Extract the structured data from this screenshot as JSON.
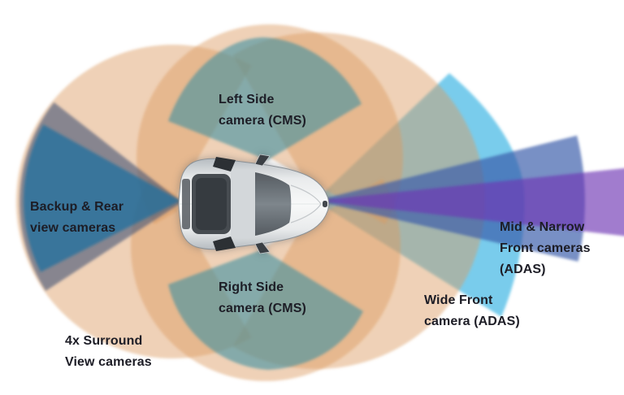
{
  "diagram": {
    "background_color": "#ffffff",
    "label_text_color": "#1d1d26",
    "vehicle": {
      "type": "car-top-view",
      "body_color": "#eef0f1",
      "glass_color": "#5a6066"
    },
    "zones": {
      "surround_view": {
        "label": "4x Surround\nView cameras",
        "color": "rgba(219,154,94,0.45)"
      },
      "left_side_cms": {
        "label": "Left Side\ncamera (CMS)",
        "color": "rgba(58,141,160,0.58)"
      },
      "right_side_cms": {
        "label": "Right Side\ncamera (CMS)",
        "color": "rgba(58,141,160,0.58)"
      },
      "backup_rear": {
        "label": "Backup & Rear\nview cameras",
        "backup_color": "rgba(23,111,160,0.72)",
        "rear_wide_color": "rgba(70,85,120,0.62)"
      },
      "wide_front_adas": {
        "label": "Wide Front\ncamera (ADAS)",
        "color": "rgba(68,185,228,0.72)"
      },
      "mid_narrow_front_adas": {
        "label": "Mid & Narrow\nFront cameras\n(ADAS)",
        "mid_color": "rgba(55,90,170,0.68)",
        "narrow_color": "rgba(110,55,180,0.65)"
      }
    }
  }
}
